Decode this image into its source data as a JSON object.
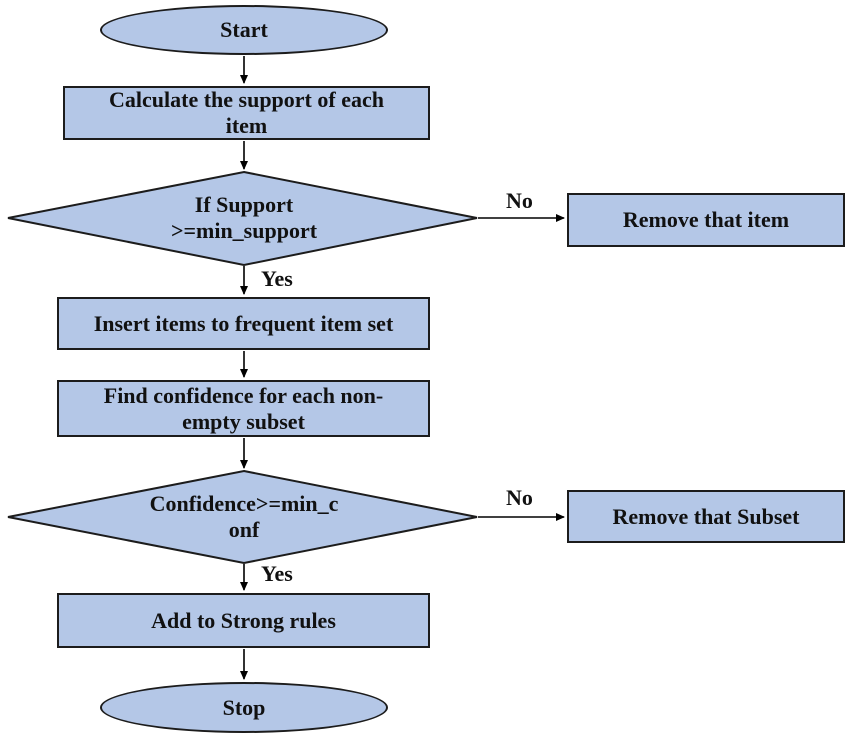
{
  "style": {
    "shape_fill": "#b4c7e7",
    "shape_border": "#1c1c1c",
    "arrow_color": "#000000",
    "text_color": "#111111",
    "background": "#ffffff"
  },
  "nodes": {
    "start": {
      "type": "ellipse",
      "label": "Start"
    },
    "calc_support": {
      "type": "process",
      "label": "Calculate the support of each\nitem"
    },
    "support_check": {
      "type": "decision",
      "label": "If Support\n>=min_support"
    },
    "remove_item": {
      "type": "process",
      "label": "Remove that item"
    },
    "insert_frequent": {
      "type": "process",
      "label": "Insert items to frequent item set"
    },
    "find_confidence": {
      "type": "process",
      "label": "Find confidence for each non-\nempty subset"
    },
    "confidence_check": {
      "type": "decision",
      "label": "Confidence>=min_c\nonf"
    },
    "remove_subset": {
      "type": "process",
      "label": "Remove that Subset"
    },
    "add_strong_rules": {
      "type": "process",
      "label": "Add to Strong rules"
    },
    "stop": {
      "type": "ellipse",
      "label": "Stop"
    }
  },
  "edges": {
    "support_yes": "Yes",
    "support_no": "No",
    "confidence_yes": "Yes",
    "confidence_no": "No"
  }
}
